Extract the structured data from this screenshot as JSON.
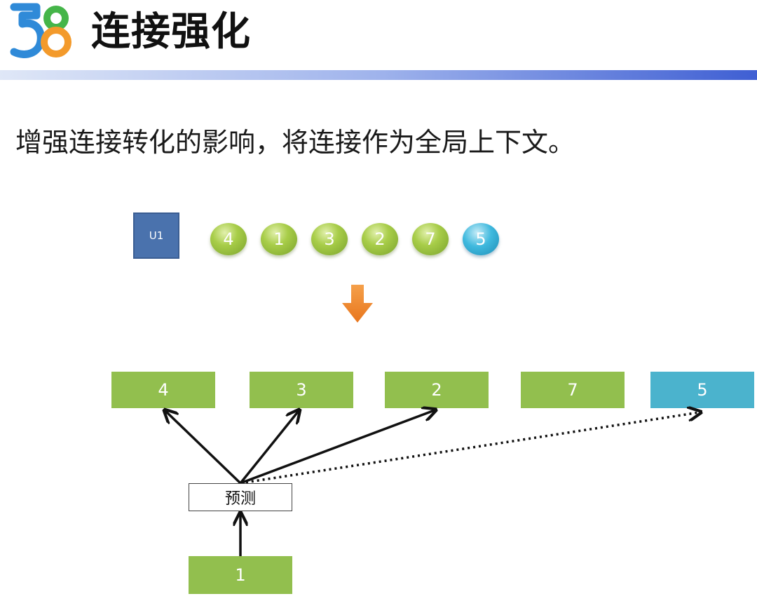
{
  "header": {
    "logo_text": "58",
    "title": "连接强化",
    "accent_color": "#4f6fd8"
  },
  "subtitle": "增强连接转化的影响，将连接作为全局上下文。",
  "diagram": {
    "user_label": "U1",
    "sequence": [
      {
        "label": "4",
        "color": "green"
      },
      {
        "label": "1",
        "color": "green"
      },
      {
        "label": "3",
        "color": "green"
      },
      {
        "label": "2",
        "color": "green"
      },
      {
        "label": "7",
        "color": "green"
      },
      {
        "label": "5",
        "color": "blue"
      }
    ],
    "targets": [
      {
        "label": "4",
        "color": "green"
      },
      {
        "label": "3",
        "color": "green"
      },
      {
        "label": "2",
        "color": "green"
      },
      {
        "label": "7",
        "color": "green"
      },
      {
        "label": "5",
        "color": "blue"
      }
    ],
    "predict_label": "预测",
    "input_label": "1",
    "colors": {
      "green": "#92bf4e",
      "blue": "#4bb3cd",
      "user": "#4a72ad",
      "down_arrow": "#f0892a"
    }
  }
}
